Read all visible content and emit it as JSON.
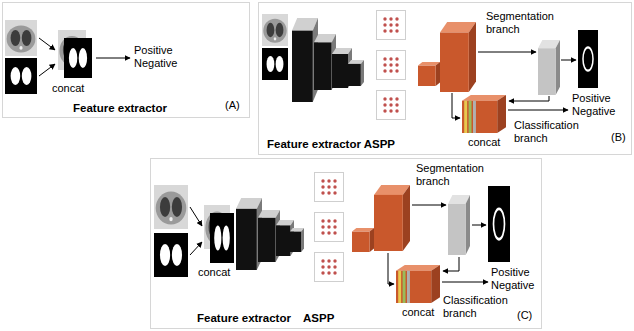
{
  "diagram": {
    "nodes": [
      {
        "text": [
          "Feature extractor",
          "(A)"
        ]
      },
      {
        "text": [
          "Feature extractor ASPP",
          "(B)"
        ]
      },
      {
        "text": [
          "Feature extractor",
          "ASPP",
          "(C)"
        ]
      }
    ],
    "labels": [
      "concat",
      "Positive Negative",
      "Segmentation branch",
      "Classification branch",
      "Positive Negative",
      "concat",
      "concat",
      "Segmentation branch",
      "Classification branch",
      "Positive Negative",
      "concat"
    ]
  }
}
